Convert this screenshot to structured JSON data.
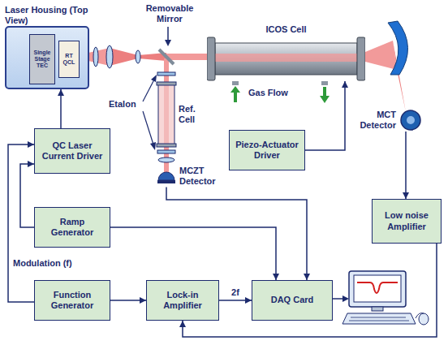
{
  "diagram": {
    "nodes": [
      {
        "text": [
          "Laser Housing (Top View)"
        ]
      },
      {
        "text": [
          "Single Stage TEC"
        ],
        "in": 0
      },
      {
        "text": [
          "RT QCL"
        ],
        "in": 0
      },
      {
        "text": [
          "ICOS Cell"
        ]
      },
      {
        "text": [
          "QC Laser Current Driver"
        ]
      },
      {
        "text": [
          "Piezo-Actuator Driver"
        ]
      },
      {
        "text": [
          "MCZT Detector"
        ]
      },
      {
        "text": [
          "MCT Detector"
        ]
      },
      {
        "text": [
          "Ramp Generator"
        ]
      },
      {
        "text": [
          "Low noise Amplifier"
        ]
      },
      {
        "text": [
          "Function Generator"
        ]
      },
      {
        "text": [
          "Lock-in Amplifier"
        ]
      },
      {
        "text": [
          "DAQ Card"
        ]
      }
    ],
    "edges": [
      {
        "from": 4,
        "to": 0,
        "arrow": "to"
      },
      {
        "from": 8,
        "to": 4,
        "arrow": "to"
      },
      {
        "from": 10,
        "to": 4,
        "arrow": "to"
      },
      {
        "from": 10,
        "to": 11,
        "arrow": "to"
      },
      {
        "from": 11,
        "to": 12,
        "label": "2f",
        "arrow": "to"
      },
      {
        "from": 8,
        "to": 12,
        "arrow": "to"
      },
      {
        "from": 6,
        "to": 12,
        "arrow": "to"
      },
      {
        "from": 5,
        "to": 3,
        "arrow": "to"
      },
      {
        "from": 7,
        "to": 9,
        "arrow": "to"
      },
      {
        "from": 9,
        "to": 11,
        "arrow": "to"
      }
    ],
    "labels": [
      "Removable Mirror",
      "Etalon",
      "Ref. Cell",
      "Gas Flow",
      "Modulation (f)"
    ]
  }
}
